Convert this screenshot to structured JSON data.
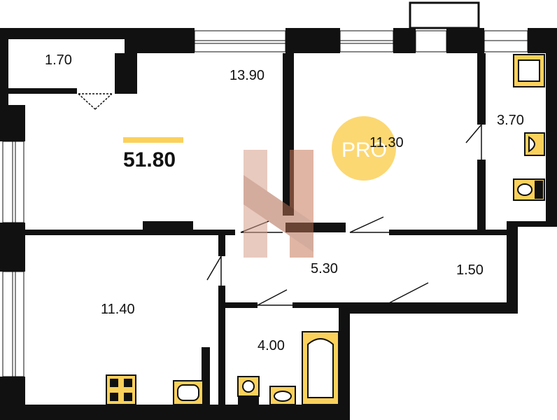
{
  "plan": {
    "total_area": "51.80",
    "rooms": [
      {
        "id": "storage",
        "area": "1.70"
      },
      {
        "id": "living-kitchen",
        "area": "13.90"
      },
      {
        "id": "bedroom-right",
        "area": "11.30"
      },
      {
        "id": "bathroom-top",
        "area": "3.70"
      },
      {
        "id": "hallway",
        "area": "5.30"
      },
      {
        "id": "hall-closet",
        "area": "1.50"
      },
      {
        "id": "bedroom-left",
        "area": "11.40"
      },
      {
        "id": "bathroom-bottom",
        "area": "4.00"
      }
    ],
    "badge": {
      "text": "PRO"
    }
  },
  "colors": {
    "wall": "#111111",
    "accent": "#fbd15b",
    "fixture_fill": "#fbd15b",
    "watermark": "#c87a5a",
    "window": "#ffffff"
  },
  "icons": [
    "kitchen-stove-icon",
    "kitchen-sink-icon",
    "toilet-icon",
    "washbasin-icon",
    "bathtub-icon",
    "watermark-logo"
  ]
}
